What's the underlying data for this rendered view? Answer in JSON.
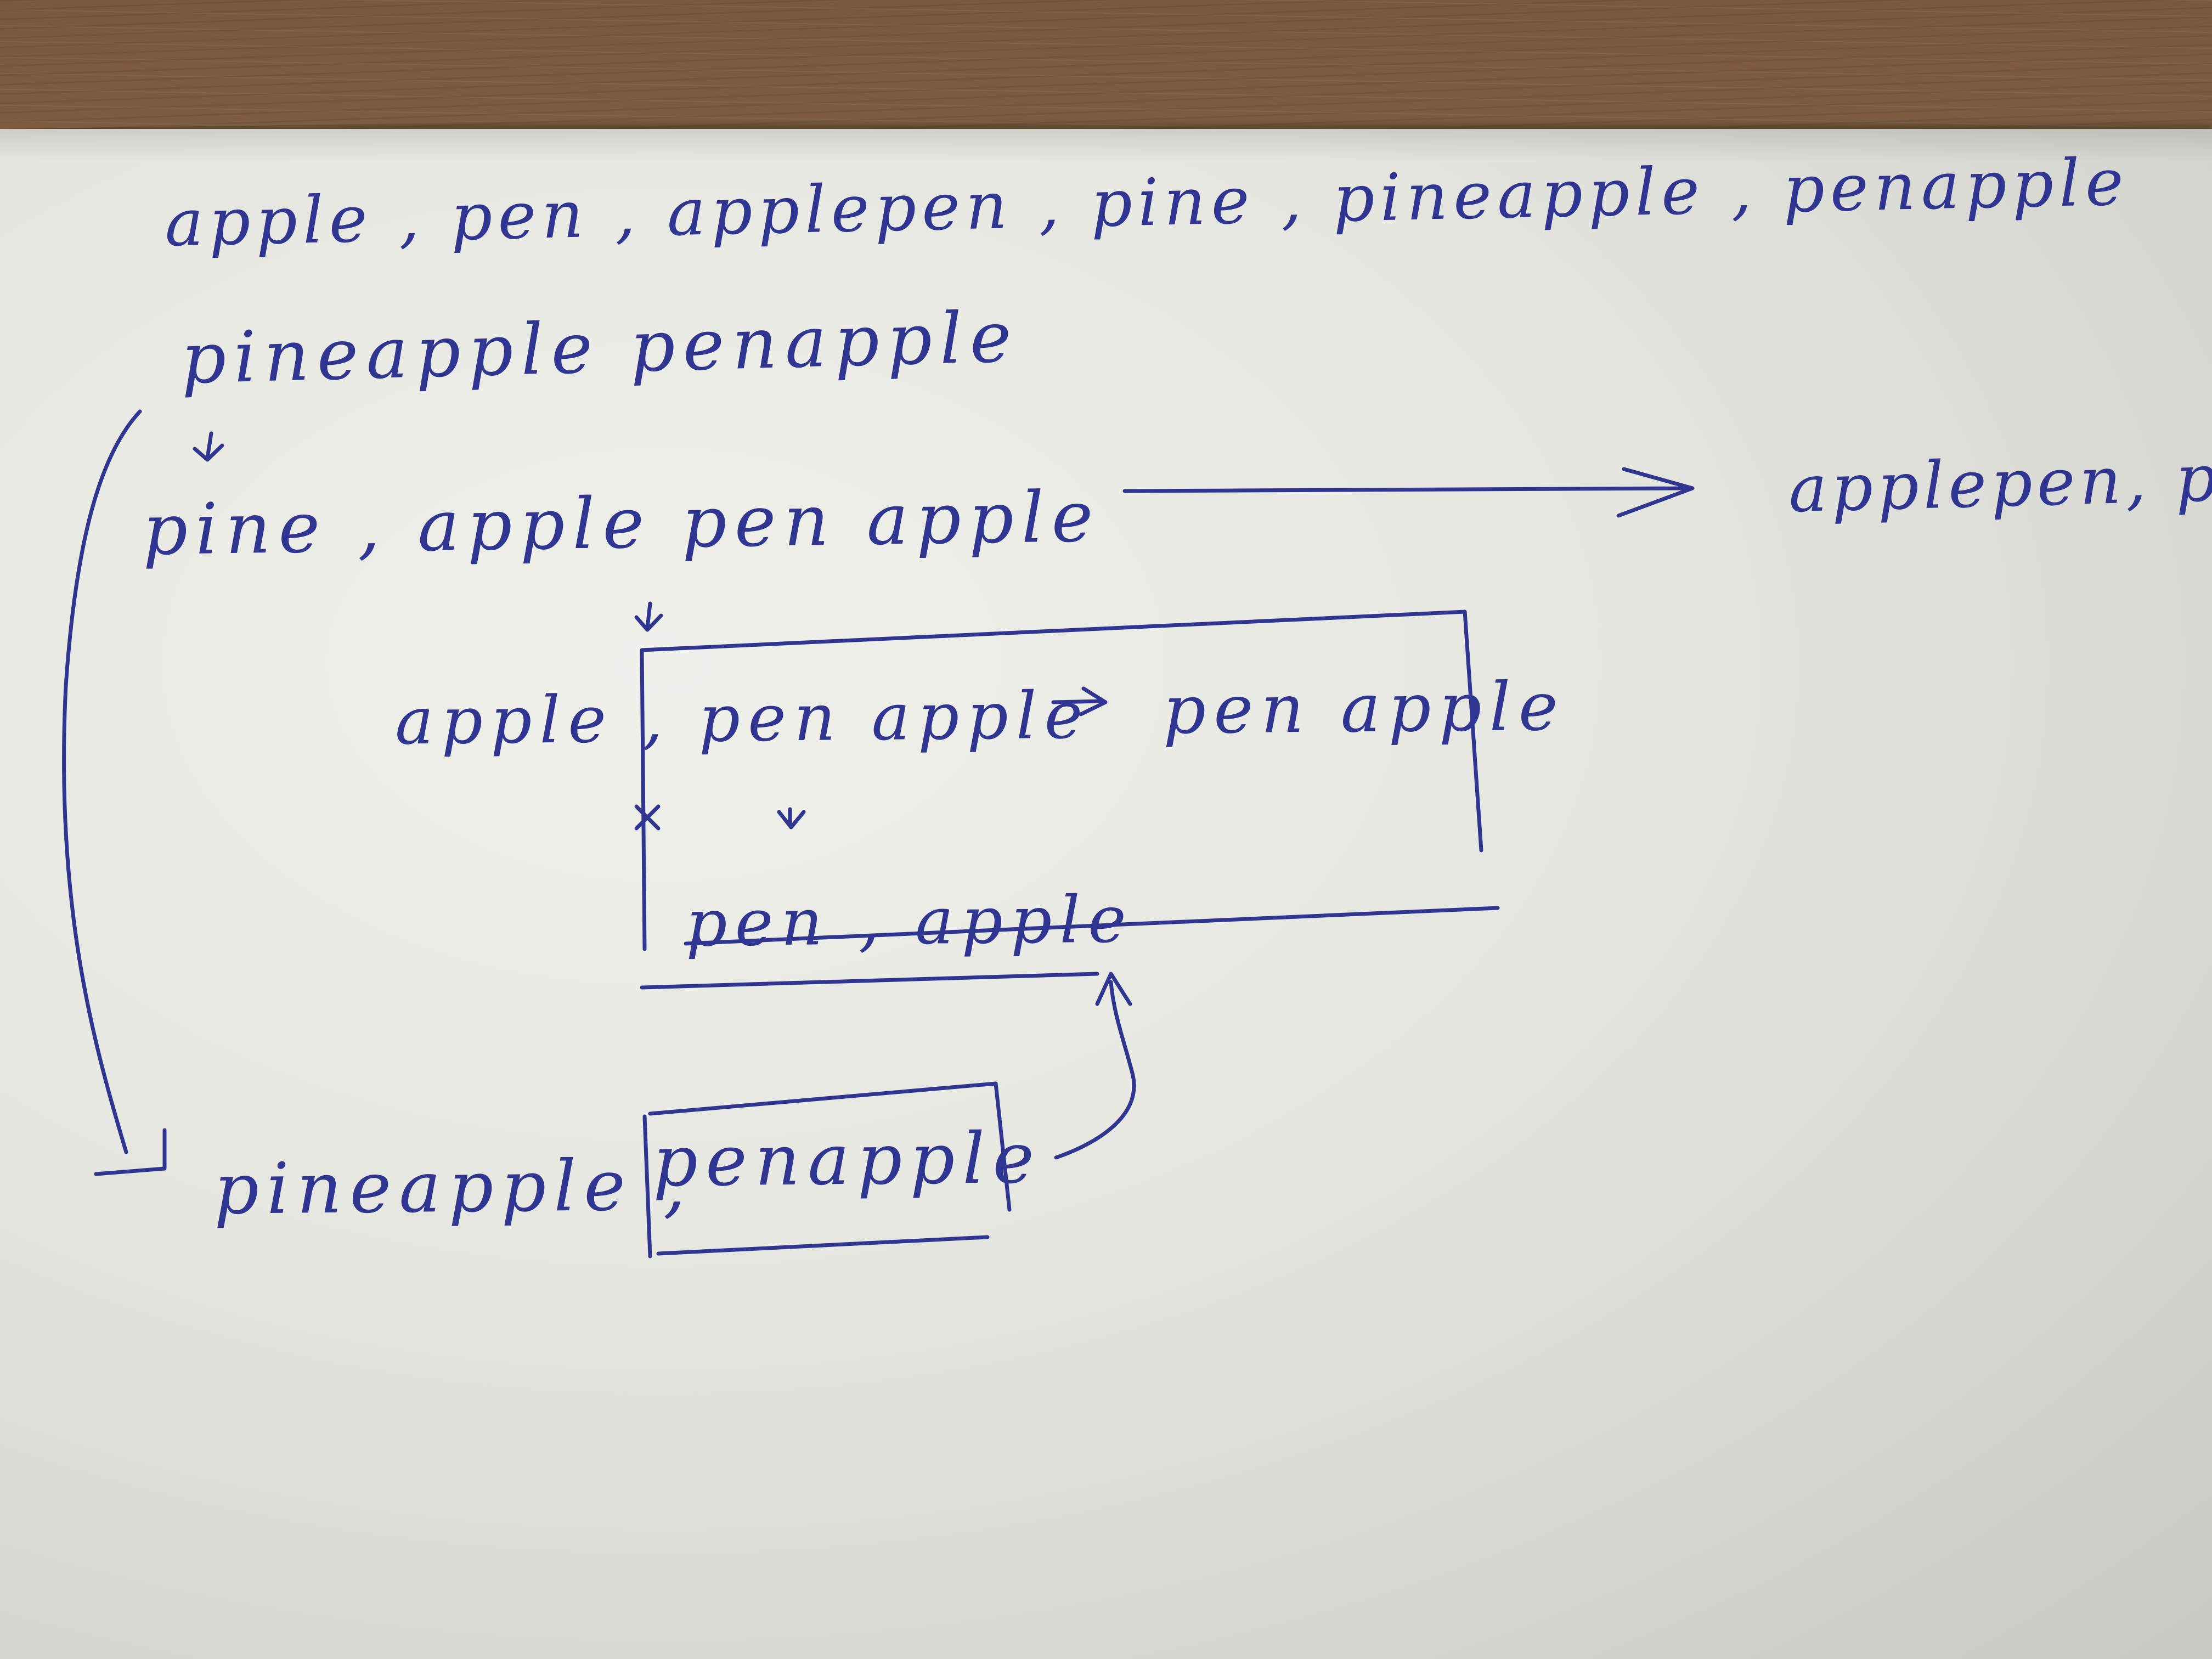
{
  "notebook": {
    "line1": "apple , pen , applepen , pine , pineapple , penapple",
    "line2": "pineapple penapple",
    "line3": "pine , apple pen apple",
    "line3_branch": "applepen, pen",
    "line4_split": "apple , pen apple",
    "line4_result": "pen apple",
    "line5": "pen , apple",
    "line6_left": "pineapple ,",
    "line6_boxed": "penapple"
  },
  "colors": {
    "ink": "#2f3590",
    "paper": "#e8e8e2",
    "desk": "#7a5a3d"
  }
}
